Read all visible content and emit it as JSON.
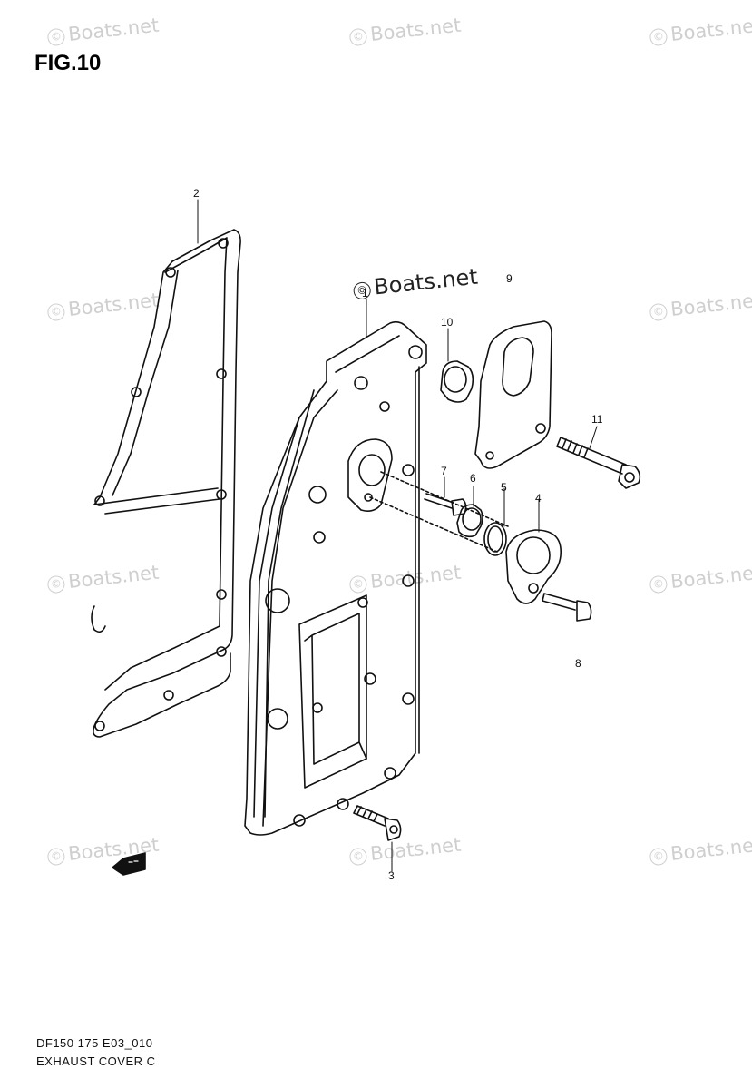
{
  "figure": {
    "title": "FIG.10"
  },
  "watermark": {
    "text": "Boats.net",
    "copyright_symbol": "©"
  },
  "callouts": [
    {
      "id": "1",
      "label": "1"
    },
    {
      "id": "2",
      "label": "2"
    },
    {
      "id": "3",
      "label": "3"
    },
    {
      "id": "4",
      "label": "4"
    },
    {
      "id": "5",
      "label": "5"
    },
    {
      "id": "6",
      "label": "6"
    },
    {
      "id": "7",
      "label": "7"
    },
    {
      "id": "8",
      "label": "8"
    },
    {
      "id": "9",
      "label": "9"
    },
    {
      "id": "10",
      "label": "10"
    },
    {
      "id": "11",
      "label": "11"
    }
  ],
  "footer": {
    "model_code": "DF150 175 E03_010",
    "section_name": "EXHAUST COVER C"
  },
  "colors": {
    "line": "#111111",
    "watermark": "#cfcfcf"
  }
}
